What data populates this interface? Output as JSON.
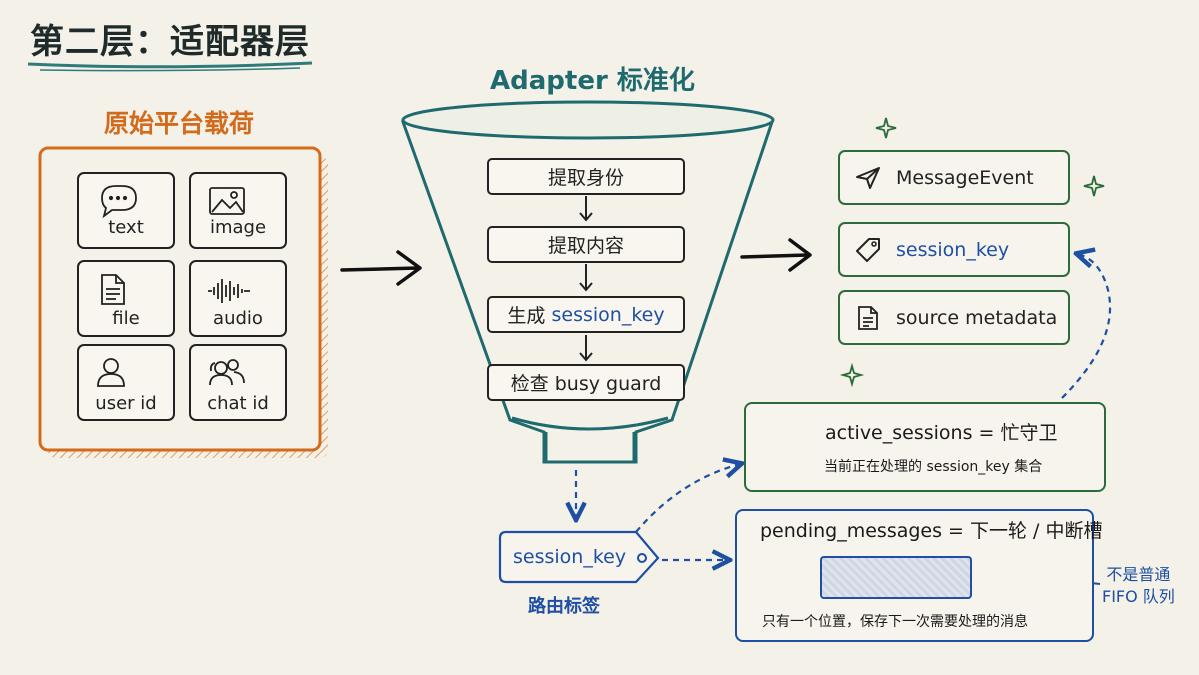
{
  "title": "第二层：适配器层",
  "raw_payload": {
    "heading": "原始平台载荷",
    "items": [
      {
        "label": "text",
        "icon": "chat-bubble-icon"
      },
      {
        "label": "image",
        "icon": "image-icon"
      },
      {
        "label": "file",
        "icon": "file-icon"
      },
      {
        "label": "audio",
        "icon": "audio-wave-icon"
      },
      {
        "label": "user id",
        "icon": "user-icon"
      },
      {
        "label": "chat id",
        "icon": "group-icon"
      }
    ]
  },
  "adapter": {
    "heading": "Adapter 标准化",
    "steps": [
      "提取身份",
      "提取内容",
      "生成",
      "检查 busy guard"
    ],
    "step3_code": "session_key"
  },
  "outputs": [
    {
      "label": "MessageEvent",
      "icon": "send-icon"
    },
    {
      "label": "session_key",
      "icon": "tag-icon"
    },
    {
      "label": "source metadata",
      "icon": "document-icon"
    }
  ],
  "active_sessions": {
    "title": "active_sessions = 忙守卫",
    "description": "当前正在处理的 session_key 集合",
    "icon": "lock-icon"
  },
  "routing_tag": {
    "label": "session_key",
    "caption": "路由标签"
  },
  "pending": {
    "title": "pending_messages = 下一轮 / 中断槽",
    "description": "只有一个位置，保存下一次需要处理的消息"
  },
  "note": {
    "line1": "不是普通",
    "line2": "FIFO 队列"
  },
  "colors": {
    "background": "#f4f1e8",
    "orange": "#d36b1c",
    "teal": "#1f6a6e",
    "green": "#2c6b3a",
    "blue": "#1e4fa3"
  }
}
